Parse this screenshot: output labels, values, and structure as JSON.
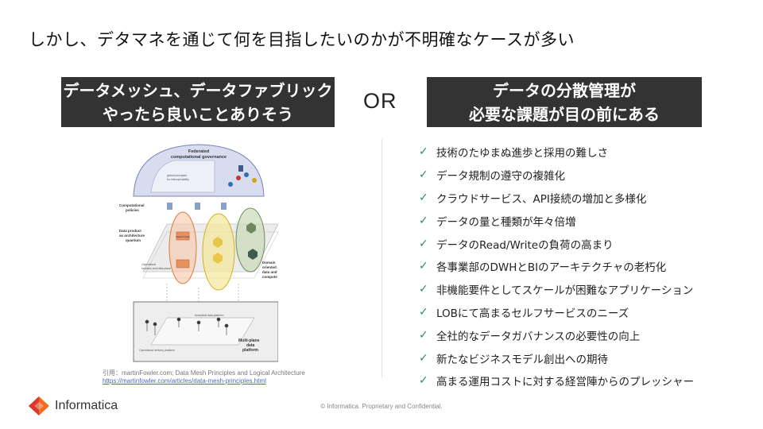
{
  "slide": {
    "title": "しかし、デタマネを通じて何を目指したいのかが不明確なケースが多い",
    "left_box": {
      "line1": "データメッシュ、データファブリック",
      "line2": "やったら良いことありそう"
    },
    "or_label": "OR",
    "right_box": {
      "line1": "データの分散管理が",
      "line2": "必要な課題が目の前にある"
    },
    "diagram": {
      "labels": {
        "federated": "Federated",
        "governance": "computational governance",
        "principle1": "global principles",
        "principle2": "for interoperability",
        "policies1": "Computational",
        "policies2": "policies",
        "dp1": "Data product",
        "dp2": "as architecture",
        "dp3": "quantum",
        "ops1": "Operational",
        "ops2": "services and data plane",
        "domain1": "Domain",
        "domain2": "oriented",
        "domain3": "data and",
        "domain4": "compute",
        "dproduct": "Data Product",
        "analytical": "Analytical data platform",
        "delivery": "Operational delivery platform",
        "multi1": "Multi-plane",
        "multi2": "data",
        "multi3": "platform"
      }
    },
    "caption": {
      "line1": "引用：martinFowler.com; Data Mesh Principles and Logical Architecture",
      "link": "https://martinfowler.com/articles/data-mesh-principles.html"
    },
    "checklist": {
      "check_icon": "✓",
      "items": [
        "技術のたゆまぬ進歩と採用の難しさ",
        "データ規制の遵守の複雑化",
        "クラウドサービス、API接続の増加と多様化",
        "データの量と種類が年々倍増",
        "データのRead/Writeの負荷の高まり",
        "各事業部のDWHとBIのアーキテクチャの老朽化",
        "非機能要件としてスケールが困難なアプリケーション",
        "LOBにて高まるセルフサービスのニーズ",
        "全社的なデータガバナンスの必要性の向上",
        "新たなビジネスモデル創出への期待",
        "高まる運用コストに対する経営陣からのプレッシャー"
      ]
    },
    "logo_text": "Informatica",
    "footer": "© Informatica. Proprietary and Confidential.",
    "colors": {
      "box_bg": "#333333",
      "check": "#2a8a78",
      "logo_orange": "#f26b21",
      "logo_red": "#d9382b"
    }
  }
}
